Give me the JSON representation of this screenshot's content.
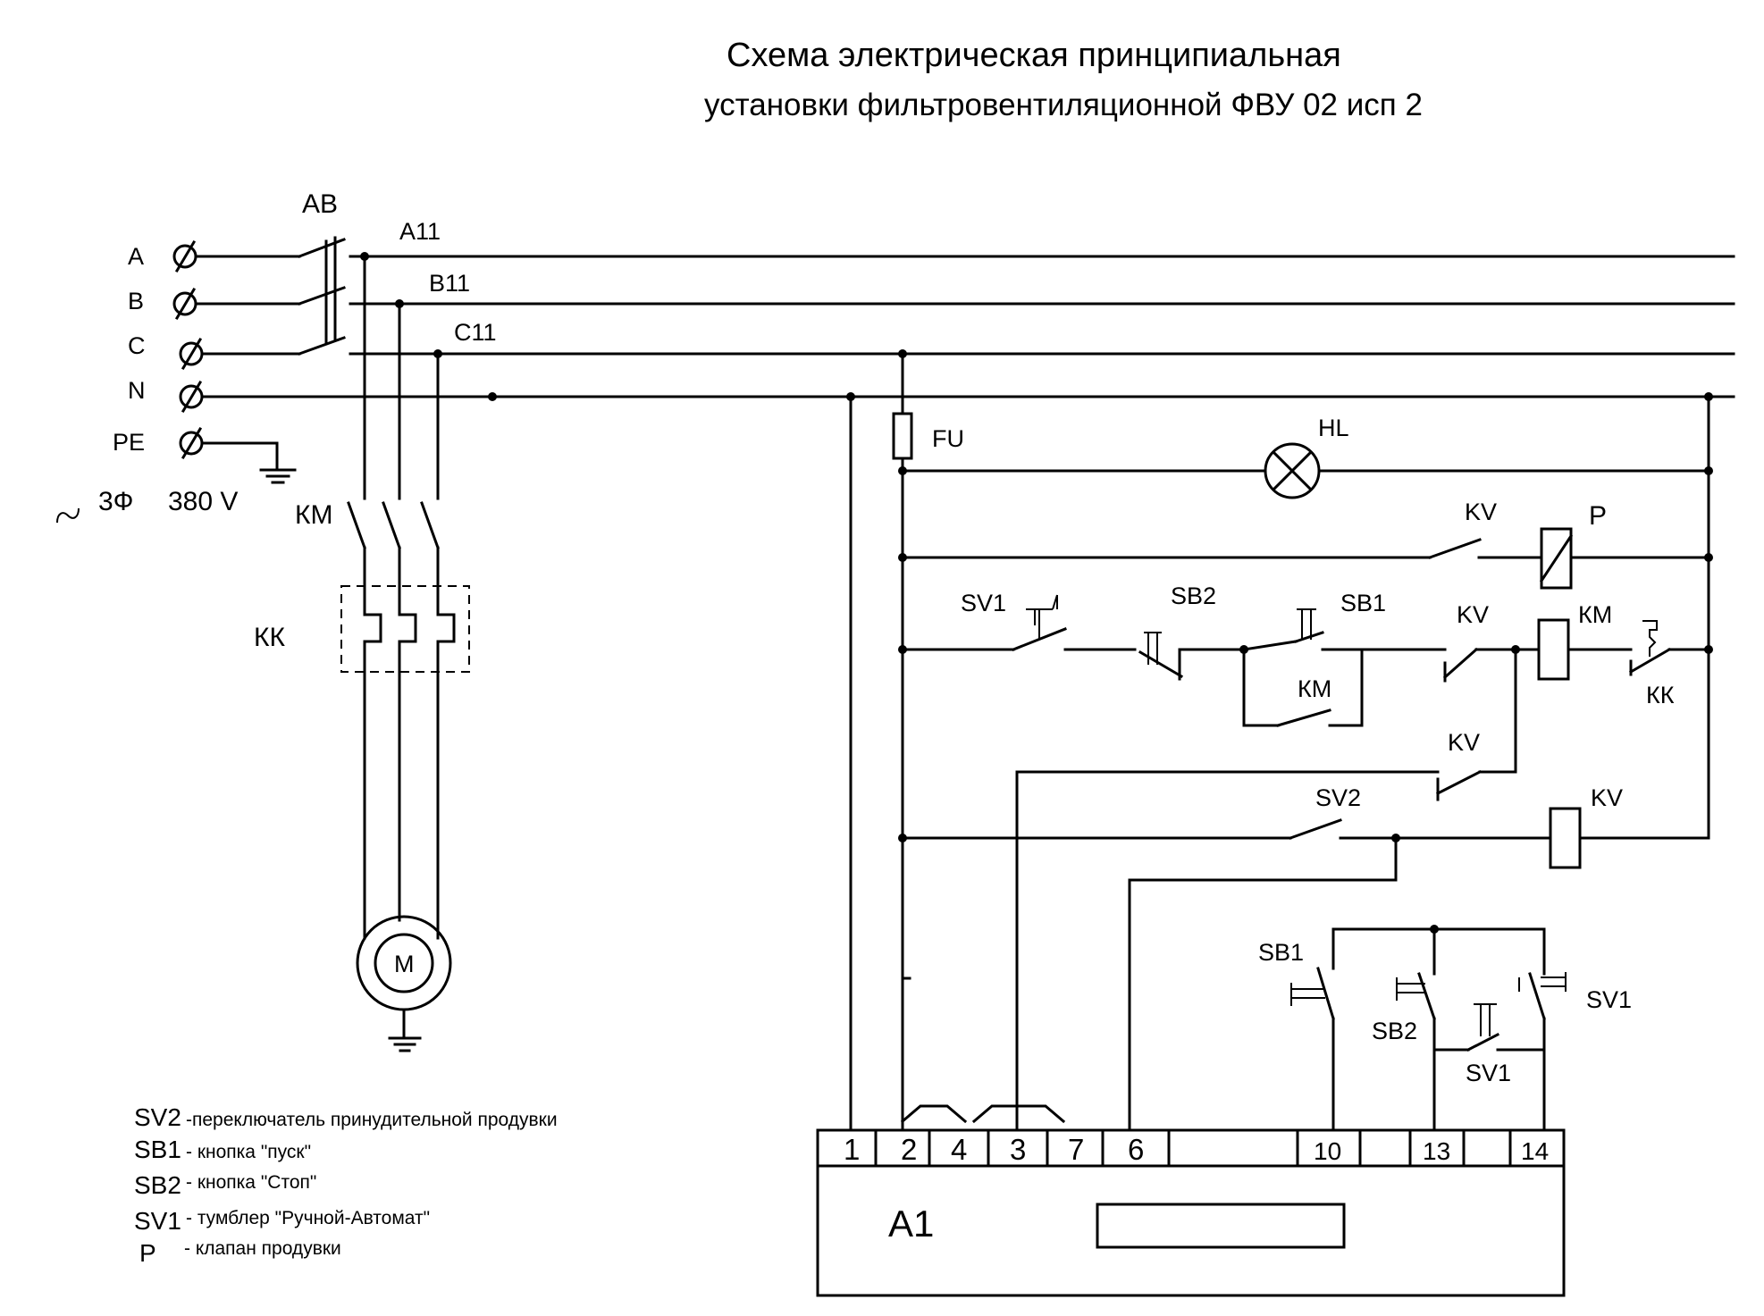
{
  "title": {
    "line1": "Схема электрическая принципиальная",
    "line2": "установки фильтровентиляционной ФВУ 02 исп 2"
  },
  "supply": {
    "phase_labels": [
      "A",
      "B",
      "C",
      "N",
      "PE"
    ],
    "breaker": "АВ",
    "bus_labels": [
      "A11",
      "B11",
      "C11"
    ],
    "supply_type": "3Ф",
    "voltage": "380 V"
  },
  "power_circuit": {
    "contactor": "КМ",
    "thermal_relay": "КК",
    "motor": "M"
  },
  "control_circuit": {
    "fuse": "FU",
    "lamp": "HL",
    "kv_contact_1": "KV",
    "valve": "P",
    "sv1": "SV1",
    "sb2": "SB2",
    "sb1": "SB1",
    "km_hold": "КМ",
    "kv_contact_2": "KV",
    "km_coil": "КМ",
    "kk_contact": "КК",
    "kv_contact_3": "KV",
    "sv2": "SV2",
    "kv_coil": "KV"
  },
  "aux_panel": {
    "sb1": "SB1",
    "sb2": "SB2",
    "sv1_right": "SV1",
    "sv1_bottom": "SV1"
  },
  "controller": {
    "name": "A1",
    "terminals": [
      "1",
      "2",
      "4",
      "3",
      "7",
      "6",
      "10",
      "13",
      "14"
    ]
  },
  "legend": [
    {
      "key": "SV2",
      "text": "-переключатель принудительной продувки"
    },
    {
      "key": "SB1",
      "text": "-  кнопка  \"пуск\""
    },
    {
      "key": "SB2",
      "text": "-  кнопка \"Стоп\""
    },
    {
      "key": "SV1",
      "text": "-  тумблер \"Ручной-Автомат\""
    },
    {
      "key": "P",
      "text": "- клапан  продувки"
    }
  ]
}
